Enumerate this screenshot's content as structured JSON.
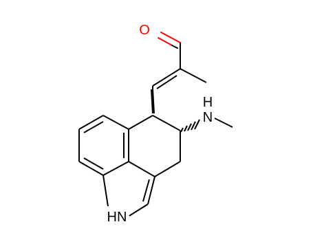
{
  "structure": {
    "atom_labels": {
      "oxygen": "O",
      "amine_n": "N",
      "amine_h": "H",
      "indole_nh": "HN"
    },
    "colors": {
      "bond": "#000000",
      "oxygen": "#ff0000",
      "text": "#000000",
      "background": "#ffffff"
    },
    "bond_styles": [
      "single",
      "double",
      "wedge",
      "hash"
    ]
  }
}
